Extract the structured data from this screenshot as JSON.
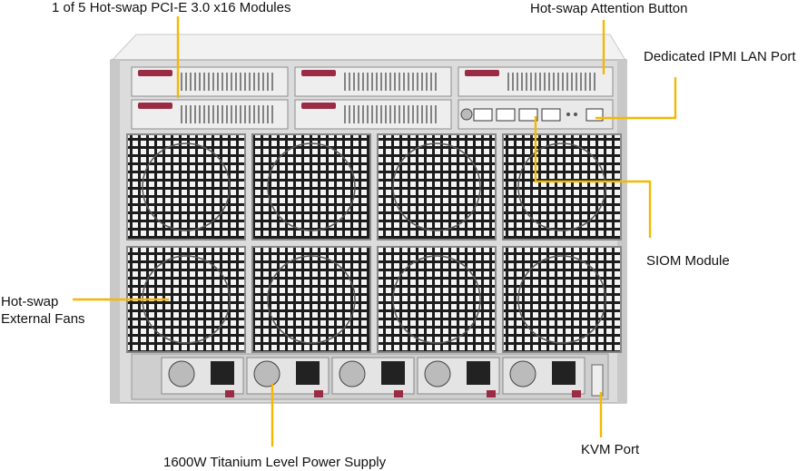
{
  "labels": {
    "pcie_modules": "1 of 5 Hot-swap PCI-E 3.0 x16 Modules",
    "attention_button": "Hot-swap Attention Button",
    "ipmi_port": "Dedicated IPMI LAN Port",
    "siom_module": "SIOM Module",
    "fans_line1": "Hot-swap",
    "fans_line2": "External Fans",
    "power_supply": "1600W Titanium Level Power Supply",
    "kvm_port": "KVM Port"
  },
  "counts": {
    "pcie_slots": 5,
    "fans": 8,
    "power_supplies": 5
  },
  "colors": {
    "leader_line": "#f5b800",
    "chassis": "#e2e2e2",
    "chassis_dark": "#a9a9a9",
    "fan_grid": "#1c1c1c",
    "pull_tab": "#9a2b45"
  }
}
